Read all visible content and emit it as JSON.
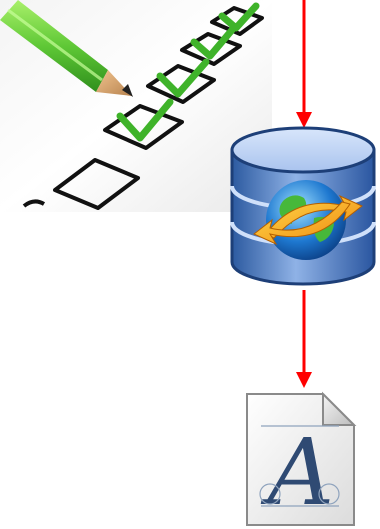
{
  "checklist_image": {
    "icon": "checklist-pencil-icon",
    "boxes_total": 5,
    "boxes_checked": 4,
    "check_color": "#3fb32a",
    "pencil_color": "#6fd34a"
  },
  "flow": {
    "arrow_color": "#ff0000",
    "nodes": [
      {
        "icon": "web-database-icon"
      },
      {
        "icon": "font-file-icon",
        "glyph": "A"
      }
    ]
  }
}
